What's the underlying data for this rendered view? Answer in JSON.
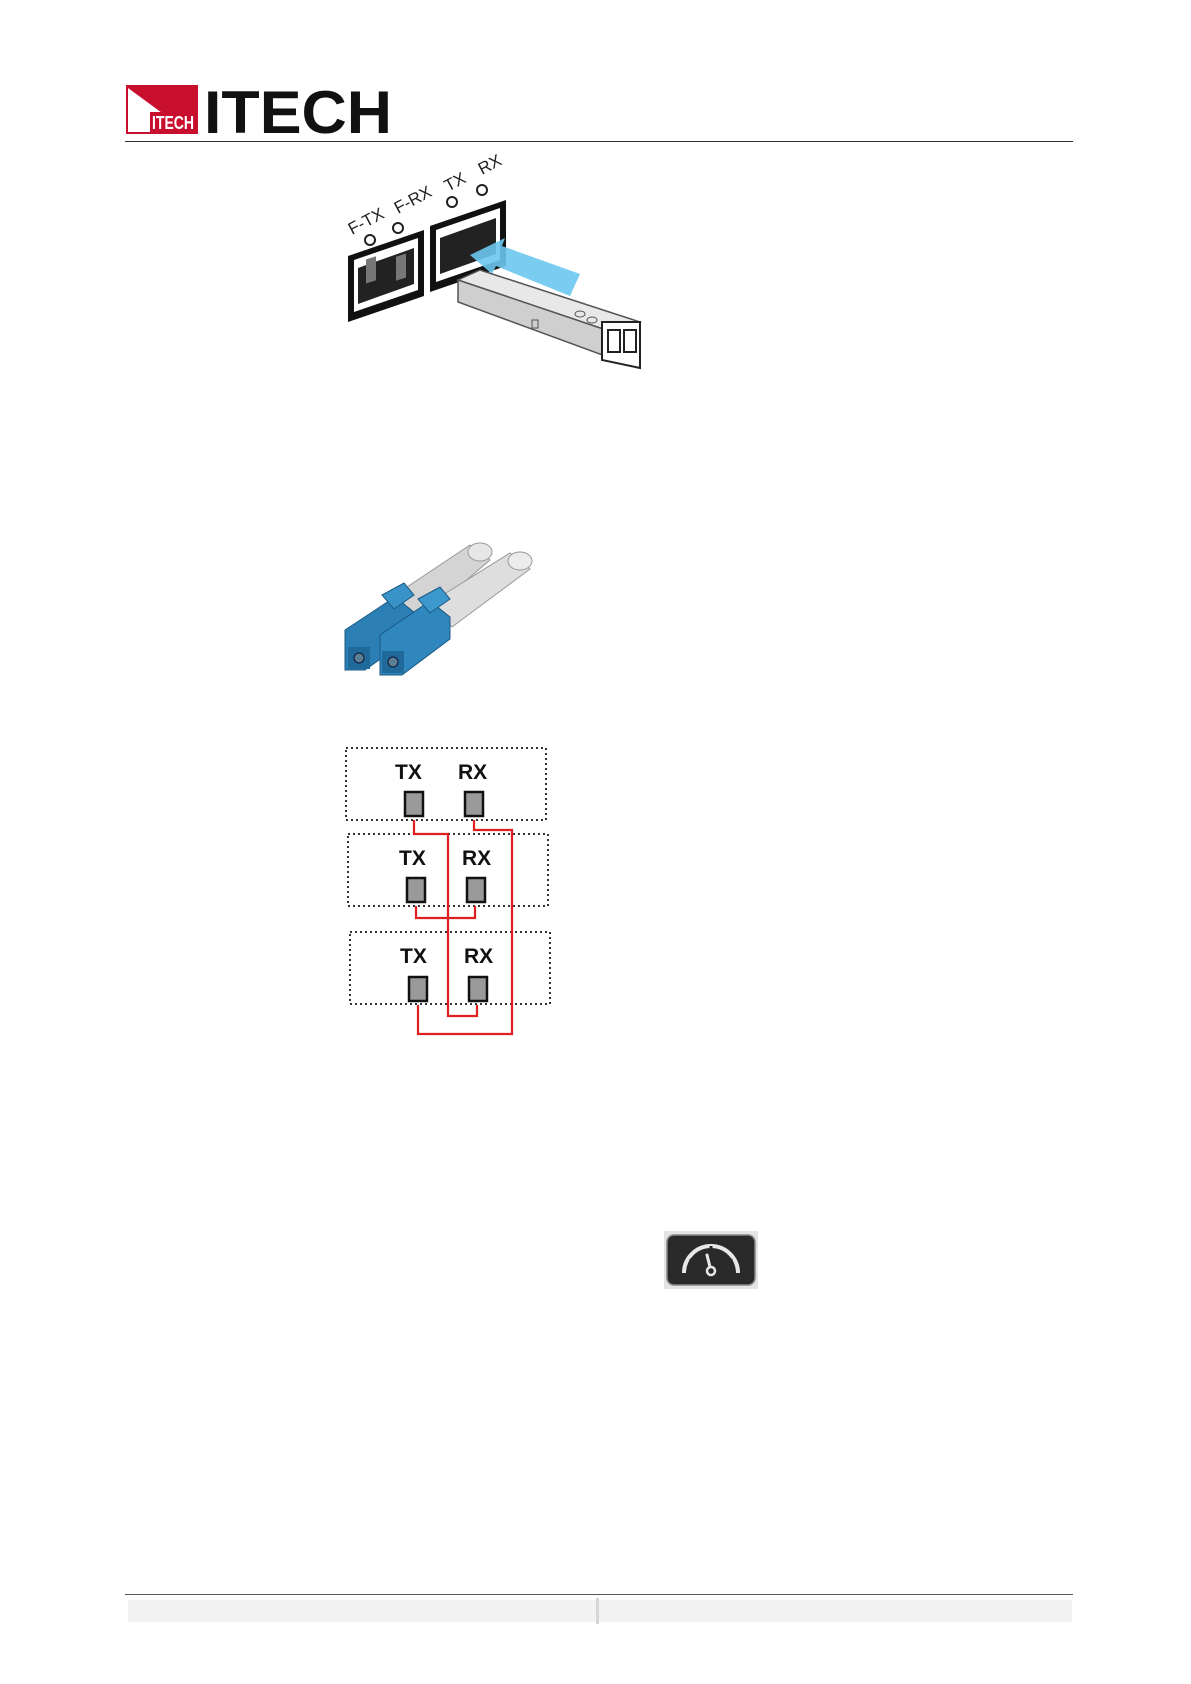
{
  "header": {
    "logo_text": "ITECH",
    "logo_badge_text": "ITECH"
  },
  "figure_sfp": {
    "led_labels": [
      "F-TX",
      "F-RX",
      "TX",
      "RX"
    ]
  },
  "figure_wiring": {
    "units": [
      {
        "tx_label": "TX",
        "rx_label": "RX"
      },
      {
        "tx_label": "TX",
        "rx_label": "RX"
      },
      {
        "tx_label": "TX",
        "rx_label": "RX"
      }
    ]
  },
  "colors": {
    "brand_red": "#c8102e",
    "wire_red": "#e02020",
    "connector_blue": "#2b7fb5",
    "arrow_blue": "#6cc8ee"
  },
  "icons": {
    "gauge_button": "speedometer-icon"
  }
}
